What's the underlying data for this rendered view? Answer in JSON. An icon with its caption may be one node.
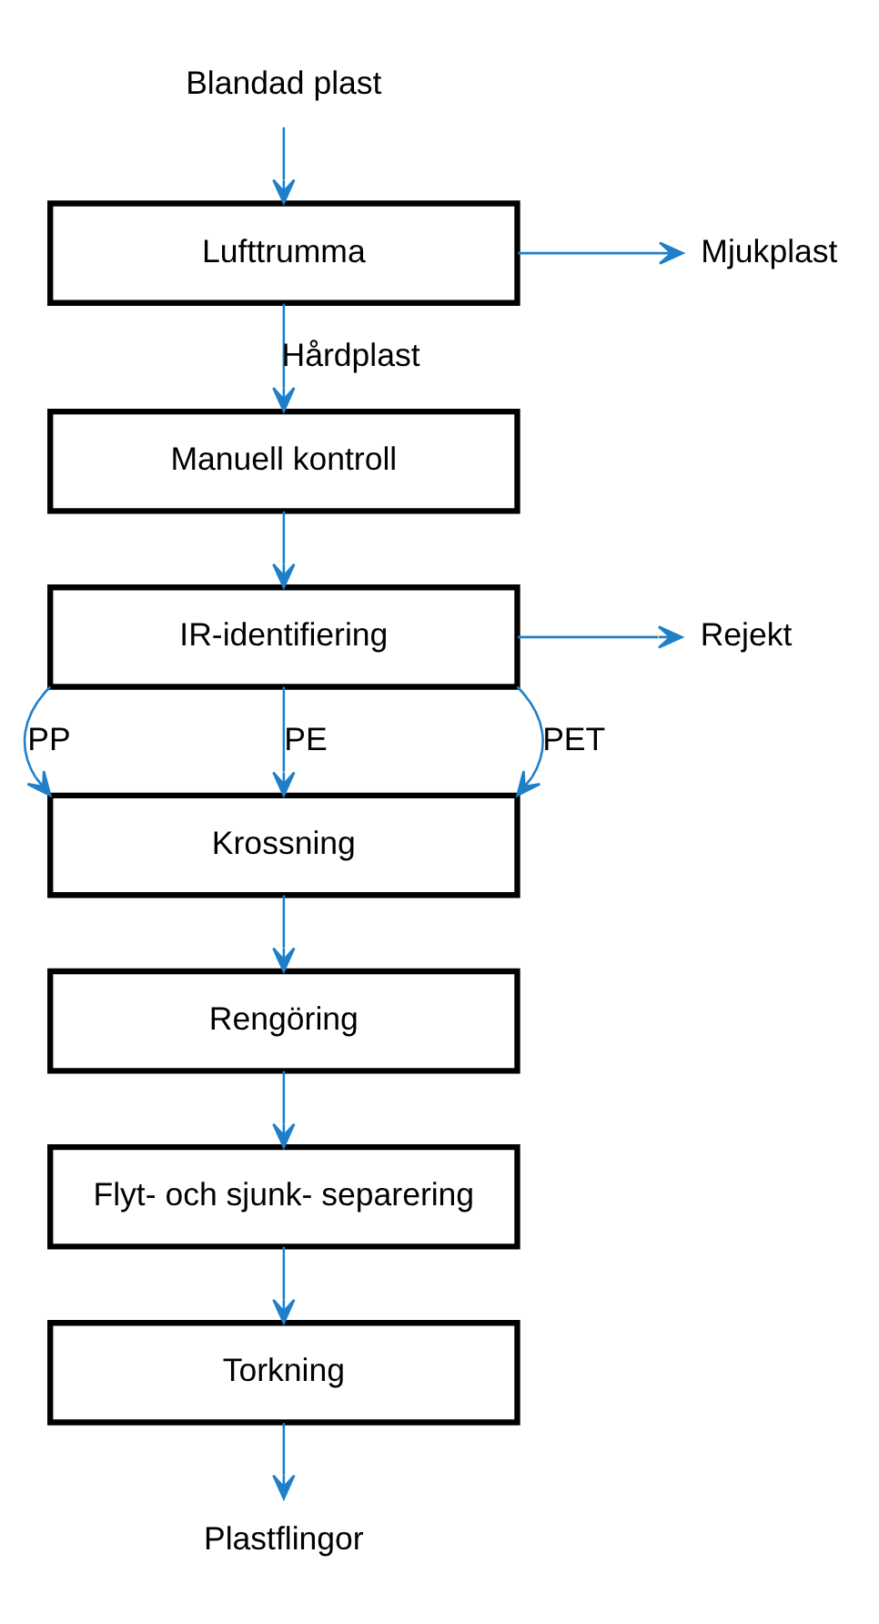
{
  "diagram": {
    "nodes": [
      {
        "text": [
          "Blandad plast"
        ]
      },
      {
        "text": [
          "Lufttrumma"
        ]
      },
      {
        "text": [
          "Mjukplast"
        ]
      },
      {
        "text": [
          "Manuell kontroll"
        ]
      },
      {
        "text": [
          "IR-identifiering"
        ]
      },
      {
        "text": [
          "Rejekt"
        ]
      },
      {
        "text": [
          "Krossning"
        ]
      },
      {
        "text": [
          "Rengöring"
        ]
      },
      {
        "text": [
          "Flyt- och sjunk- separering"
        ]
      },
      {
        "text": [
          "Torkning"
        ]
      },
      {
        "text": [
          "Plastflingor"
        ]
      }
    ],
    "edges": [
      {
        "from": 0,
        "to": 1,
        "arrow": "to"
      },
      {
        "from": 1,
        "to": 2,
        "arrow": "to"
      },
      {
        "from": 1,
        "to": 3,
        "arrow": "to",
        "label": "Hårdplast"
      },
      {
        "from": 3,
        "to": 4,
        "arrow": "to"
      },
      {
        "from": 4,
        "to": 5,
        "arrow": "to"
      },
      {
        "from": 4,
        "to": 6,
        "arrow": "to",
        "label": "PP"
      },
      {
        "from": 4,
        "to": 6,
        "arrow": "to",
        "label": "PE"
      },
      {
        "from": 4,
        "to": 6,
        "arrow": "to",
        "label": "PET"
      },
      {
        "from": 6,
        "to": 7,
        "arrow": "to"
      },
      {
        "from": 7,
        "to": 8,
        "arrow": "to"
      },
      {
        "from": 8,
        "to": 9,
        "arrow": "to"
      },
      {
        "from": 9,
        "to": 10,
        "arrow": "to"
      }
    ]
  }
}
